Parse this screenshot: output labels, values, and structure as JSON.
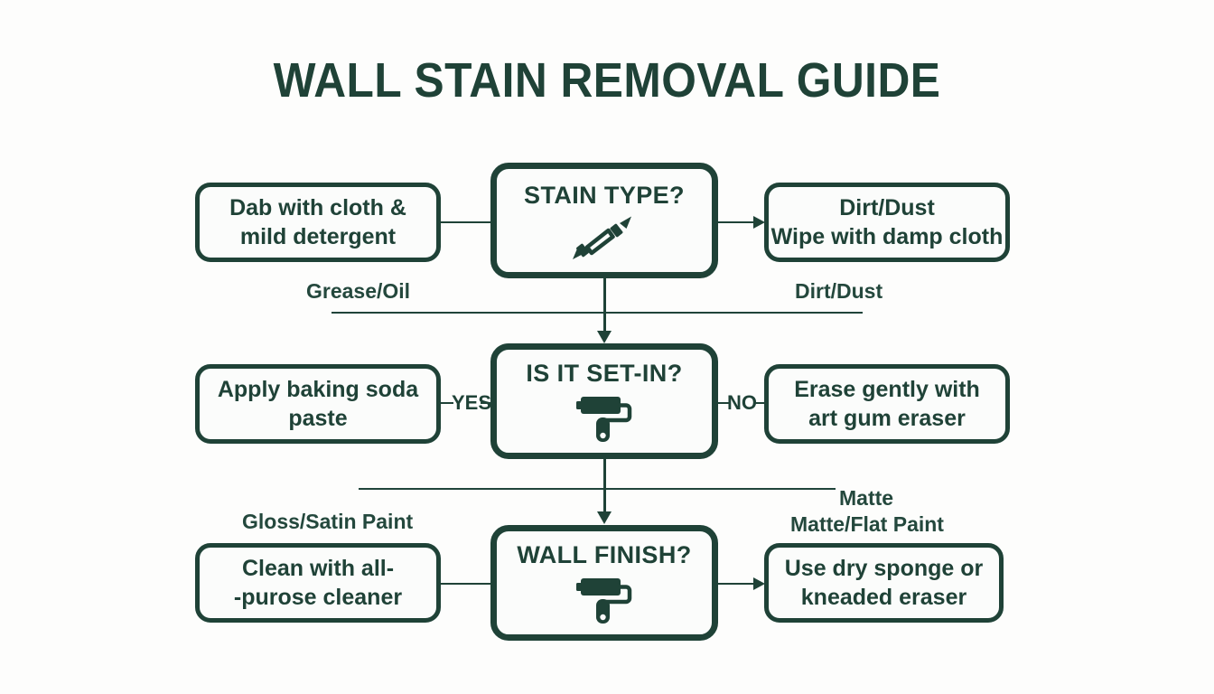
{
  "document": {
    "title": "WALL STAIN REMOVAL GUIDE",
    "type": "flowchart",
    "colors": {
      "accent": "#1f4237",
      "background": "#fdfdfc",
      "box_fill": "#fbfcfb"
    }
  },
  "rows": {
    "row1": {
      "decision": {
        "label": "STAIN TYPE?",
        "icon": "crayon-icon"
      },
      "left_box": {
        "line1": "Dab with cloth &",
        "line2": "mild detergent"
      },
      "right_box": {
        "line1": "Dirt/Dust",
        "line2": "Wipe with damp cloth"
      },
      "left_edge_label": "Grease/Oil",
      "right_edge_label": "Dirt/Dust"
    },
    "row2": {
      "decision": {
        "label": "IS IT SET-IN?",
        "icon": "paint-roller-icon"
      },
      "left_box": {
        "line1": "Apply baking soda",
        "line2": "paste"
      },
      "right_box": {
        "line1": "Erase gently with",
        "line2": "art gum eraser"
      },
      "left_edge_label": "YES",
      "right_edge_label": "NO"
    },
    "row3": {
      "decision": {
        "label": "WALL FINISH?",
        "icon": "paint-roller-icon"
      },
      "left_box": {
        "line1": "Clean with all-",
        "line2": "-purose cleaner"
      },
      "right_box": {
        "line1": "Use dry sponge or",
        "line2": "kneaded eraser"
      },
      "left_edge_label": "Gloss/Satin Paint",
      "right_edge_label_1": "Matte",
      "right_edge_label_2": "Matte/Flat Paint"
    }
  }
}
